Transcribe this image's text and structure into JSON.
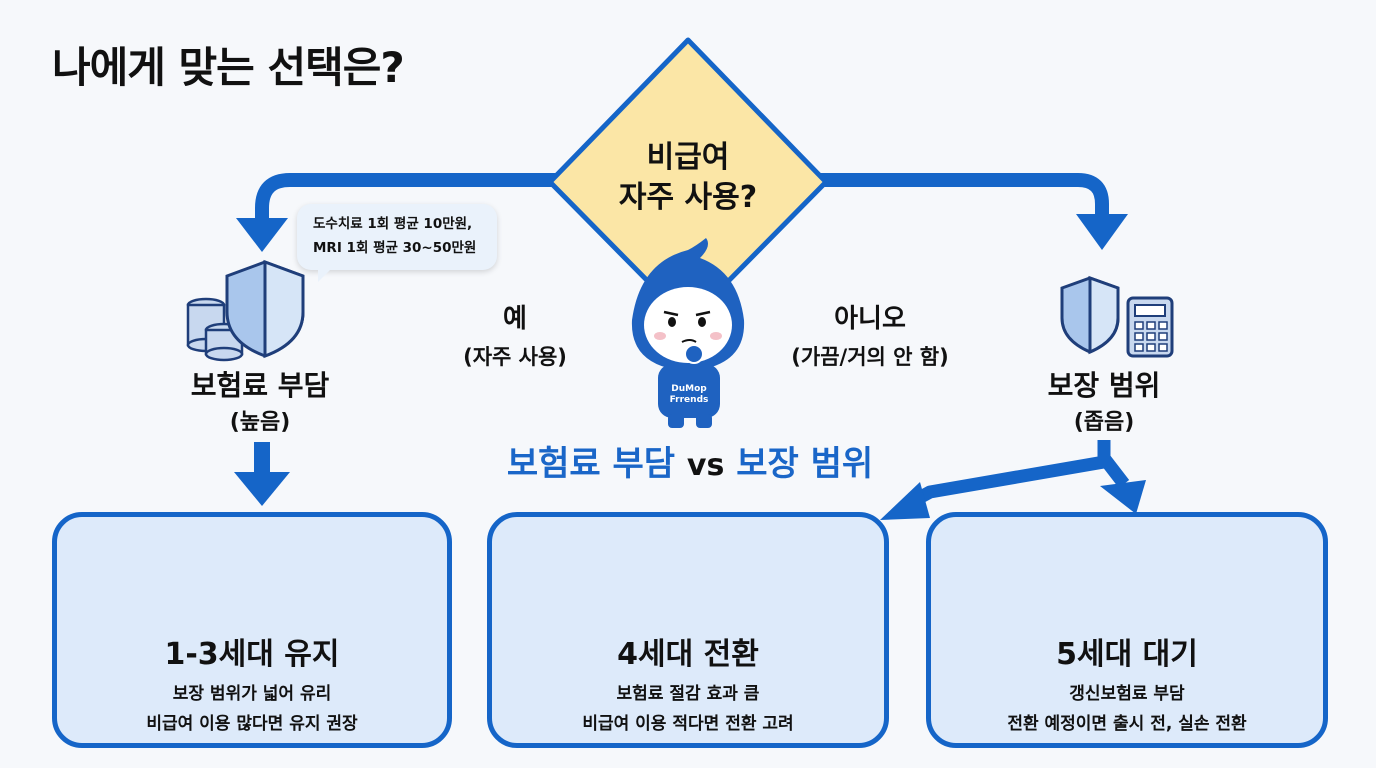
{
  "title": "나에게 맞는 선택은?",
  "decision": {
    "question_line1": "비급여",
    "question_line2": "자주 사용?"
  },
  "bubble": {
    "line1": "도수치료 1회 평균 10만원,",
    "line2": "MRI 1회 평균 30~50만원"
  },
  "branch_yes": {
    "label": "예",
    "sub": "(자주 사용)"
  },
  "branch_no": {
    "label": "아니오",
    "sub": "(가끔/거의 안 함)"
  },
  "left_node": {
    "title": "보험료 부담",
    "sub": "(높음)"
  },
  "right_node": {
    "title": "보장 범위",
    "sub": "(좁음)"
  },
  "comparison": {
    "left": "보험료 부담",
    "mid": "vs",
    "right": "보장 범위"
  },
  "mascot": {
    "shirt_text_line1": "DuMop",
    "shirt_text_line2": "Frrends"
  },
  "cards": [
    {
      "title": "1-3세대 유지",
      "line1": "보장 범위가 넓어 유리",
      "line2": "비급여 이용 많다면 유지 권장",
      "icon": "shield-check-icon"
    },
    {
      "title": "4세대 전환",
      "line1": "보험료 절감 효과 큼",
      "line2": "비급여 이용 적다면 전환 고려",
      "icon": "calculator-down-icon"
    },
    {
      "title": "5세대 대기",
      "line1": "갱신보험료 부담",
      "line2": "전환 예정이면 출시 전, 실손 전환",
      "icon": "clock-question-icon"
    }
  ],
  "colors": {
    "primary": "#1565c8",
    "diamond_fill": "#fbe6a6",
    "card_fill": "#ddeafa",
    "accent_text": "#1a66c8"
  }
}
